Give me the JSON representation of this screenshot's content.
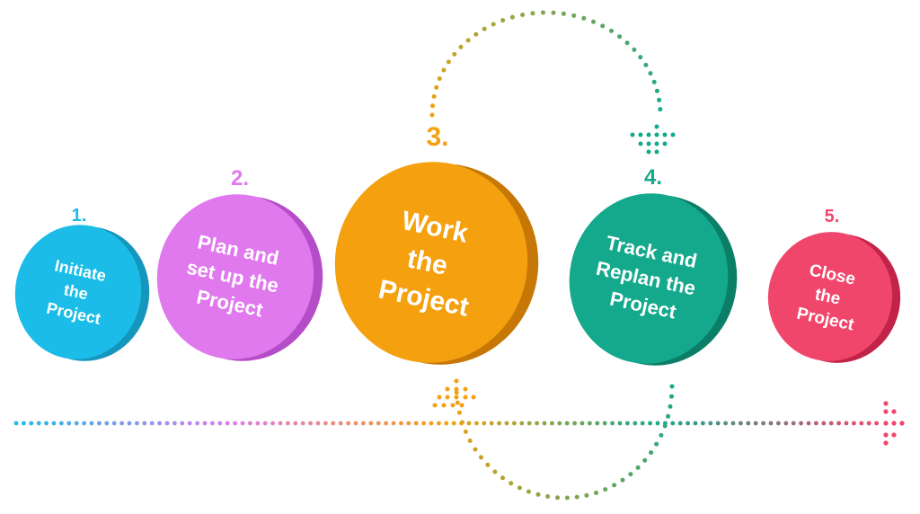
{
  "diagram": {
    "steps": [
      {
        "number": "1.",
        "lines": [
          "Initiate",
          "the",
          "Project"
        ],
        "face_color": "#1BBDE8",
        "side_color": "#1596BC"
      },
      {
        "number": "2.",
        "lines": [
          "Plan and",
          "set up the",
          "Project"
        ],
        "face_color": "#E079EE",
        "side_color": "#B44DC7"
      },
      {
        "number": "3.",
        "lines": [
          "Work",
          "the",
          "Project"
        ],
        "face_color": "#F4A00F",
        "side_color": "#C67705"
      },
      {
        "number": "4.",
        "lines": [
          "Track and",
          "Replan the",
          "Project"
        ],
        "face_color": "#14A98C",
        "side_color": "#0A7E67"
      },
      {
        "number": "5.",
        "lines": [
          "Close",
          "the",
          "Project"
        ],
        "face_color": "#F0466C",
        "side_color": "#C22349"
      }
    ],
    "timeline_colors": [
      "#1BBDE8",
      "#E079EE",
      "#F4A00F",
      "#14A98C",
      "#F0466C"
    ],
    "loop_colors": {
      "orange": "#F4A00F",
      "green": "#14A98C"
    }
  }
}
